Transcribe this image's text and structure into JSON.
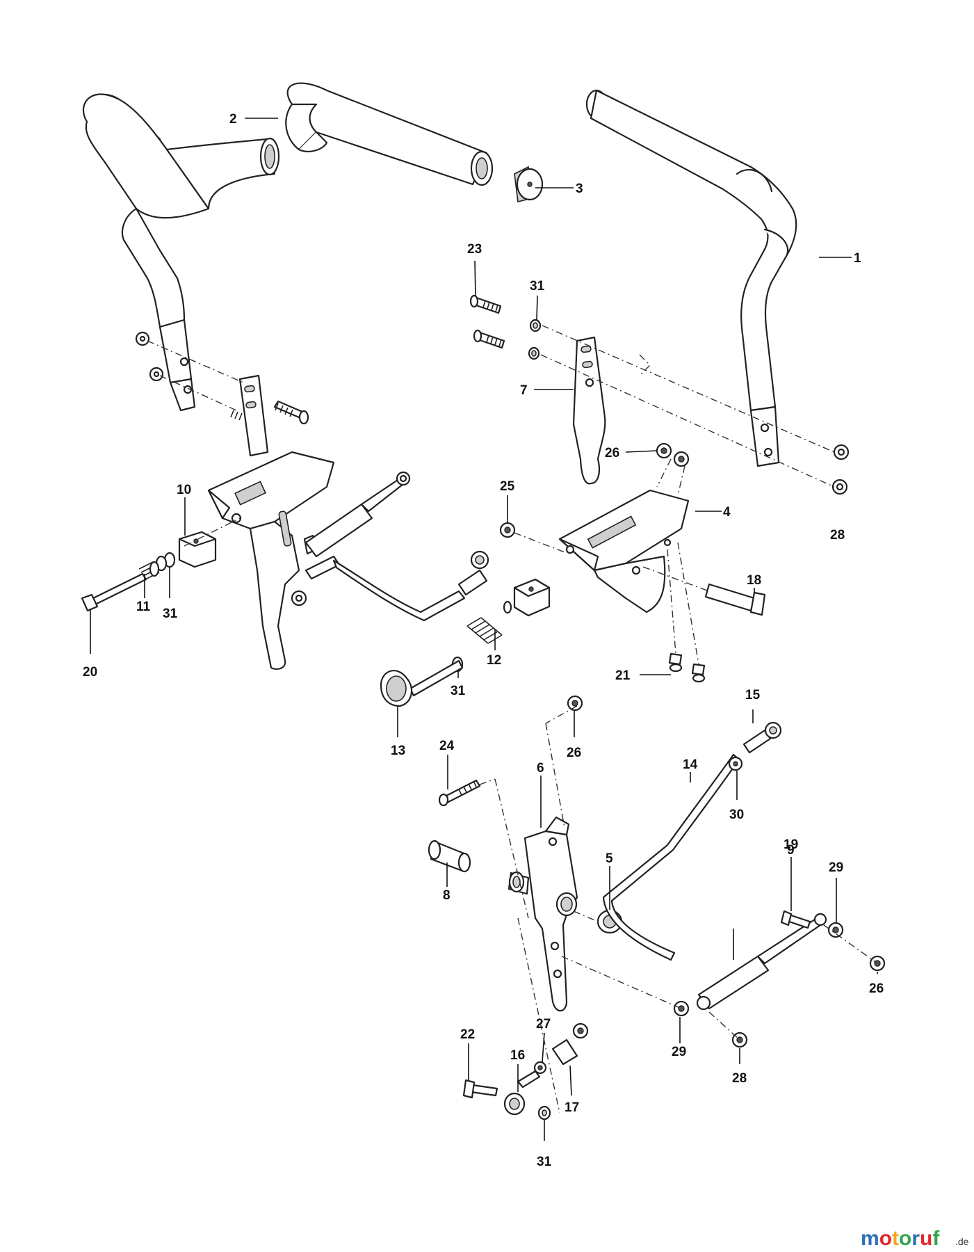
{
  "callouts": [
    "1",
    "2",
    "3",
    "4",
    "5",
    "6",
    "7",
    "8",
    "9",
    "10",
    "11",
    "12",
    "13",
    "14",
    "15",
    "16",
    "17",
    "18",
    "19",
    "20",
    "21",
    "22",
    "23",
    "24",
    "25",
    "26",
    "26",
    "26",
    "27",
    "28",
    "28",
    "29",
    "29",
    "30",
    "31",
    "31",
    "31",
    "31"
  ],
  "watermark": {
    "letters": [
      "m",
      "o",
      "t",
      "o",
      "r",
      "u",
      "f"
    ],
    "letter_colors": [
      "#2c6fb7",
      "#e2282c",
      "#f5a623",
      "#2fa84f",
      "#2c6fb7",
      "#e2282c",
      "#2fa84f"
    ],
    "suffix": ".de"
  }
}
